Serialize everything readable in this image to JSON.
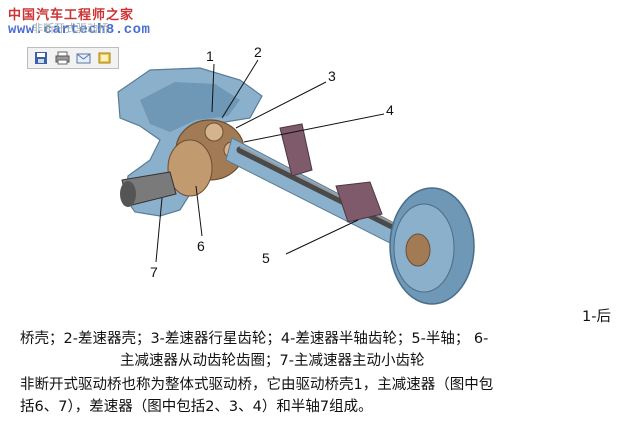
{
  "watermark": {
    "site_cn": "中国汽车工程师之家",
    "url": "www.cartech8.com",
    "faint_text": "非断开式驱动桥"
  },
  "toolbar": {
    "icons": [
      "save-icon",
      "print-icon",
      "email-icon",
      "folder-icon"
    ]
  },
  "callouts": [
    "1",
    "2",
    "3",
    "4",
    "5",
    "6",
    "7"
  ],
  "caption": {
    "line1": "1-后",
    "line2": "桥壳；2-差速器壳；3-差速器行星齿轮；4-差速器半轴齿轮；5-半轴；  6-",
    "line3": "主减速器从动齿轮齿圈；7-主减速器主动小齿轮",
    "para1": "非断开式驱动桥也称为整体式驱动桥，它由驱动桥壳1，主减速器（图中包",
    "para2": "括6、7），差速器（图中包括2、3、4）和半轴7组成。"
  },
  "colors": {
    "housing": "#8bb0cc",
    "gear": "#a27b55",
    "shaft": "#4a4a4a",
    "brake": "#7e5a6b"
  }
}
